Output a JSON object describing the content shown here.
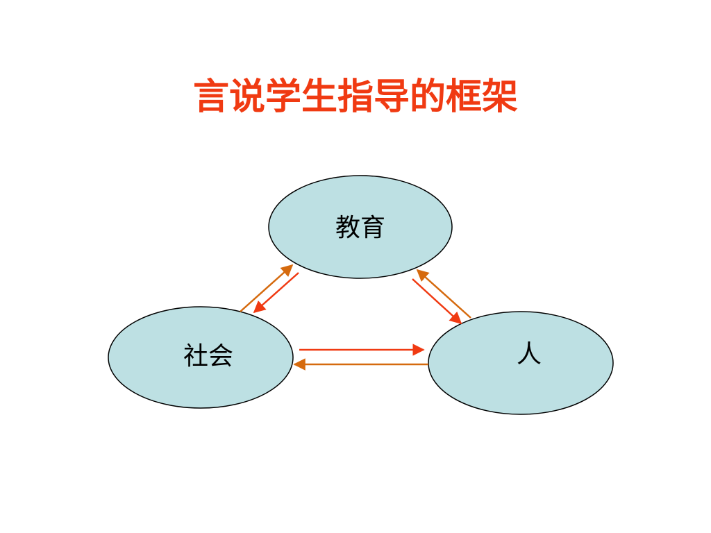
{
  "slide": {
    "title": "言说学生指导的框架"
  },
  "diagram": {
    "nodes": [
      {
        "id": "education",
        "label": "教育",
        "fill": "#bde0e3"
      },
      {
        "id": "society",
        "label": "社会",
        "fill": "#bde0e3"
      },
      {
        "id": "person",
        "label": "人",
        "fill": "#bde0e3"
      }
    ],
    "edges": [
      {
        "from": "society",
        "to": "education",
        "color": "#d56a0e"
      },
      {
        "from": "education",
        "to": "society",
        "color": "#f03a12"
      },
      {
        "from": "education",
        "to": "person",
        "color": "#f03a12"
      },
      {
        "from": "person",
        "to": "education",
        "color": "#d56a0e"
      },
      {
        "from": "society",
        "to": "person",
        "color": "#f03a12"
      },
      {
        "from": "person",
        "to": "society",
        "color": "#d56a0e"
      }
    ]
  }
}
